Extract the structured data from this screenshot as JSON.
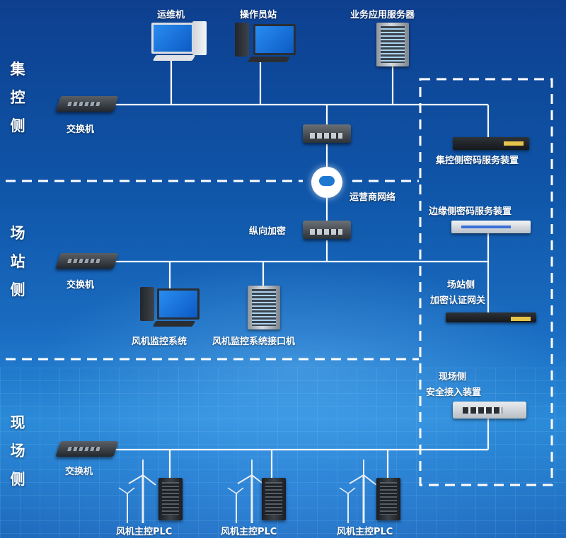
{
  "zones": {
    "center": [
      "集",
      "控",
      "侧"
    ],
    "station": [
      "场",
      "站",
      "侧"
    ],
    "field": [
      "现",
      "场",
      "侧"
    ]
  },
  "devices": {
    "ops_pc": "运维机",
    "operator_station": "操作员站",
    "app_server": "业务应用服务器",
    "center_switch": "交换机",
    "center_crypto": "集控侧密码服务装置",
    "carrier_network": "运营商网络",
    "vertical_encrypt": "纵向加密",
    "edge_crypto": "边缘侧密码服务装置",
    "station_switch": "交换机",
    "station_gateway_line1": "场站侧",
    "station_gateway_line2": "加密认证网关",
    "wind_monitor": "风机监控系统",
    "wind_monitor_interface": "风机监控系统接口机",
    "field_access_line1": "现场侧",
    "field_access_line2": "安全接入装置",
    "field_switch": "交换机",
    "plc1": "风机主控PLC",
    "plc2": "风机主控PLC",
    "plc3": "风机主控PLC"
  },
  "colors": {
    "line": "#ffffff",
    "background": "#0f55a8"
  }
}
